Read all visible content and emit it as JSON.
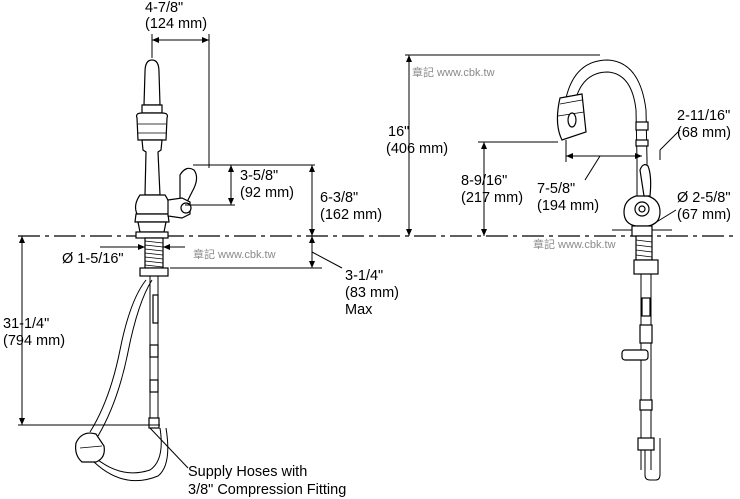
{
  "dimensions": {
    "spout_reach": {
      "frac": "4-7/8\"",
      "metric": "(124 mm)"
    },
    "handle_height": {
      "frac": "3-5/8\"",
      "metric": "(92 mm)"
    },
    "body_height": {
      "frac": "6-3/8\"",
      "metric": "(162 mm)"
    },
    "shank_diameter": {
      "frac": "Ø 1-5/16\""
    },
    "deck_thickness": {
      "frac": "3-1/4\"",
      "metric": "(83 mm)",
      "note": "Max"
    },
    "hose_length": {
      "frac": "31-1/4\"",
      "metric": "(794 mm)"
    },
    "supply_hoses": {
      "line1": "Supply Hoses with",
      "line2": "3/8\" Compression Fitting"
    },
    "overall_height": {
      "frac": "16\"",
      "metric": "(406 mm)"
    },
    "spout_height": {
      "frac": "8-9/16\"",
      "metric": "(217 mm)"
    },
    "spout_projection": {
      "frac": "7-5/8\"",
      "metric": "(194 mm)"
    },
    "top_width": {
      "frac": "2-11/16\"",
      "metric": "(68 mm)"
    },
    "base_diameter": {
      "frac": "Ø 2-5/8\"",
      "metric": "(67 mm)"
    }
  },
  "watermark": "章記 www.cbk.tw"
}
